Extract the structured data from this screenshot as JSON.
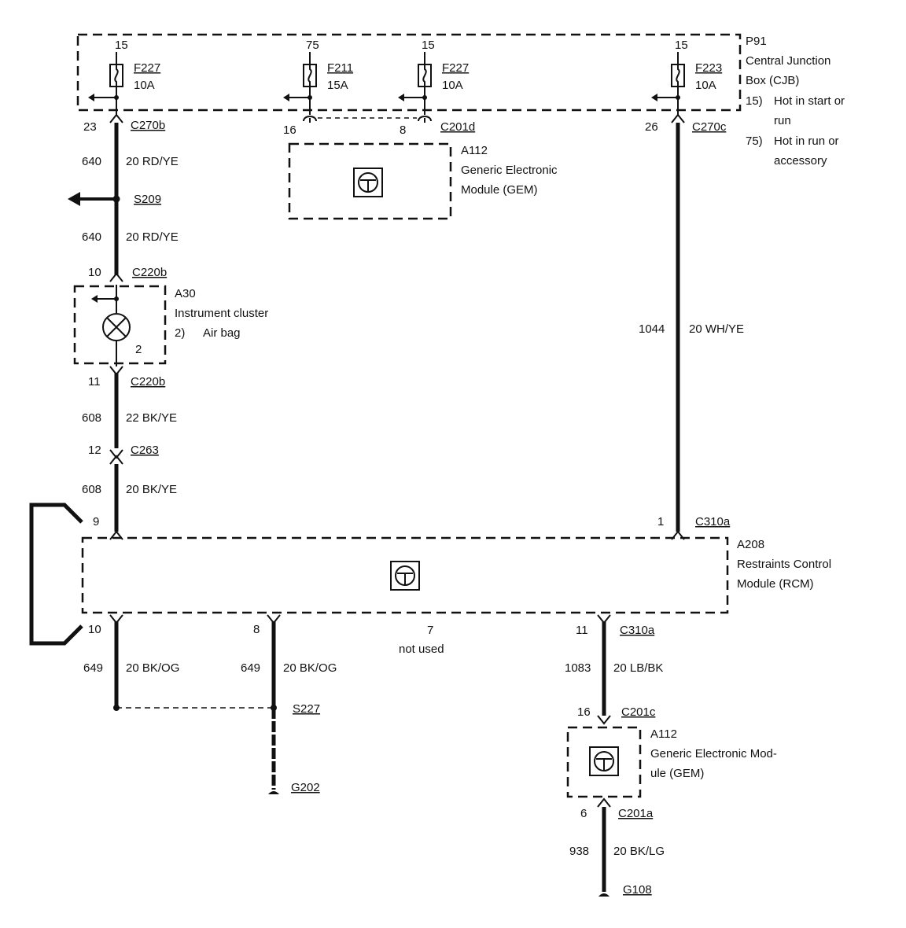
{
  "cjb": {
    "id": "P91",
    "name_line1": "Central Junction",
    "name_line2": "Box (CJB)",
    "note1_key": "15)",
    "note1_line1": "Hot in start or",
    "note1_line2": "run",
    "note2_key": "75)",
    "note2_line1": "Hot in run or",
    "note2_line2": "accessory"
  },
  "fuses": [
    {
      "pin": "15",
      "name": "F227",
      "rating": "10A"
    },
    {
      "pin": "75",
      "name": "F211",
      "rating": "15A"
    },
    {
      "pin": "15",
      "name": "F227",
      "rating": "10A"
    },
    {
      "pin": "15",
      "name": "F223",
      "rating": "10A"
    }
  ],
  "gem_top": {
    "id": "A112",
    "line1": "Generic Electronic",
    "line2": "Module (GEM)",
    "pin_left": "16",
    "pin_right": "8",
    "connector": "C201d"
  },
  "left_branch": {
    "c270b_pin": "23",
    "c270b": "C270b",
    "w1_circuit": "640",
    "w1_spec": "20 RD/YE",
    "splice": "S209",
    "w2_circuit": "640",
    "w2_spec": "20 RD/YE",
    "c220b_in_pin": "10",
    "c220b_in": "C220b",
    "c220b_out_pin": "11",
    "c220b_out": "C220b",
    "w3_circuit": "608",
    "w3_spec": "22 BK/YE",
    "c263_pin": "12",
    "c263": "C263",
    "w4_circuit": "608",
    "w4_spec": "20 BK/YE",
    "rcm_pin": "9"
  },
  "cluster": {
    "id": "A30",
    "name": "Instrument cluster",
    "note_key": "2)",
    "note_text": "Air bag",
    "lamp_ref": "2"
  },
  "right_branch": {
    "c270c_pin": "26",
    "c270c": "C270c",
    "circuit": "1044",
    "spec": "20 WH/YE",
    "rcm_pin": "1",
    "rcm_connector": "C310a"
  },
  "rcm": {
    "id": "A208",
    "line1": "Restraints Control",
    "line2": "Module (RCM)"
  },
  "bottom": {
    "pin10": "10",
    "pin8": "8",
    "pin7": "7",
    "pin7_note": "not used",
    "pin11": "11",
    "c310a": "C310a",
    "w10_circuit": "649",
    "w10_spec": "20 BK/OG",
    "w8_circuit": "649",
    "w8_spec": "20 BK/OG",
    "splice": "S227",
    "ground1": "G202",
    "w11_circuit": "1083",
    "w11_spec": "20 LB/BK",
    "c201c_pin": "16",
    "c201c": "C201c",
    "c201a_pin": "6",
    "c201a": "C201a",
    "w6_circuit": "938",
    "w6_spec": "20 BK/LG",
    "ground2": "G108"
  },
  "gem_bottom": {
    "id": "A112",
    "line1": "Generic Electronic Mod-",
    "line2": "ule (GEM)"
  }
}
